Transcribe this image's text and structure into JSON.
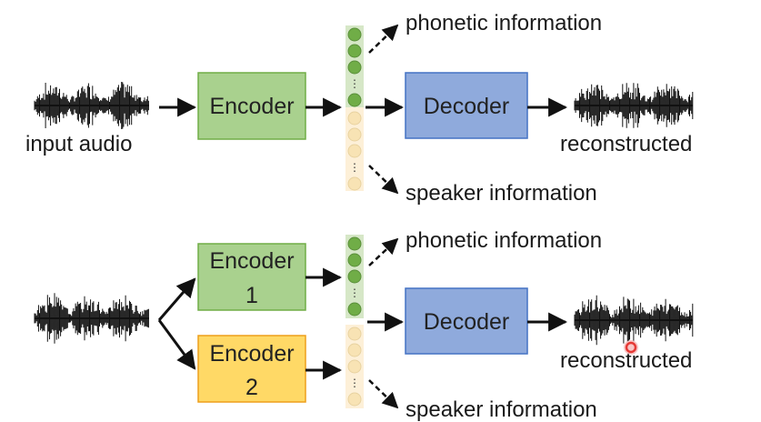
{
  "top": {
    "input_label": "input audio",
    "encoder_label": "Encoder",
    "decoder_label": "Decoder",
    "output_label": "reconstructed",
    "phonetic_label": "phonetic information",
    "speaker_label": "speaker information"
  },
  "bottom": {
    "encoder1_line1": "Encoder",
    "encoder1_line2": "1",
    "encoder2_line1": "Encoder",
    "encoder2_line2": "2",
    "decoder_label": "Decoder",
    "output_label": "reconstructed",
    "phonetic_label": "phonetic information",
    "speaker_label": "speaker information"
  },
  "colors": {
    "encoder_fill": "#a9d18e",
    "encoder_stroke": "#70ad47",
    "encoder2_fill": "#ffd966",
    "encoder2_stroke": "#ed9f1c",
    "decoder_fill": "#8faadc",
    "decoder_stroke": "#4472c4",
    "phonetic_dot": "#70ad47",
    "speaker_dot": "#f8e3b4",
    "vector_bar": "#d6e7c7",
    "speaker_bar": "#fdf0d8",
    "cursor": "#e53935"
  }
}
